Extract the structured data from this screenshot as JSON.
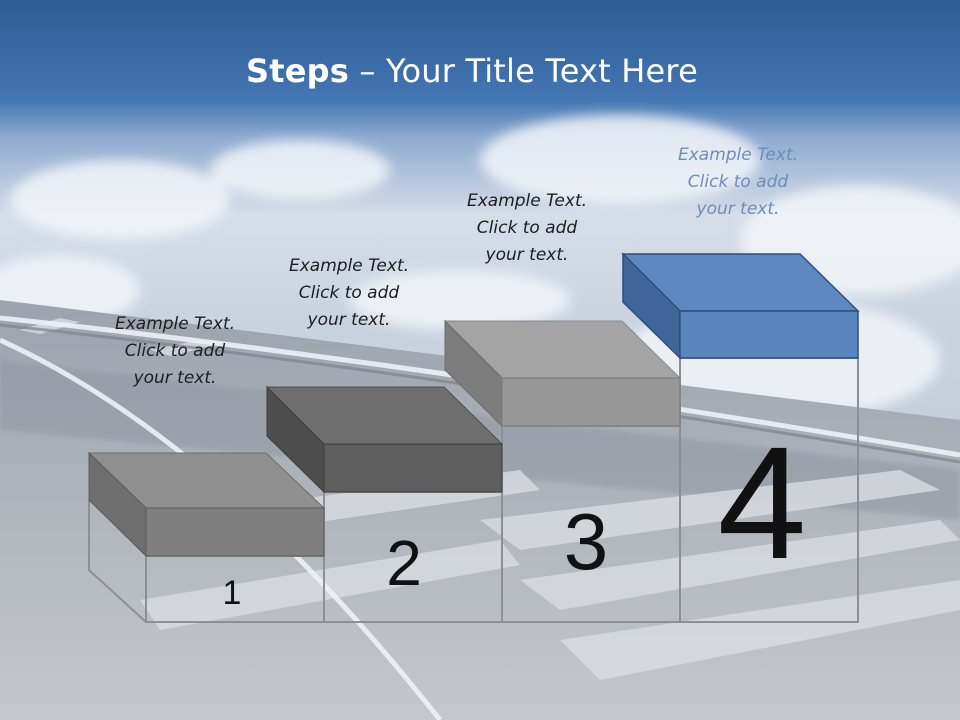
{
  "slide": {
    "title_bold": "Steps",
    "title_rest": " – Your Title Text Here"
  },
  "steps": [
    {
      "number": "1",
      "text": "Example Text.\nClick  to add\nyour text."
    },
    {
      "number": "2",
      "text": "Example Text.\nClick  to add\nyour text."
    },
    {
      "number": "3",
      "text": "Example Text.\nClick  to add\nyour text."
    },
    {
      "number": "4",
      "text": "Example Text.\nClick  to add\nyour text."
    }
  ],
  "colors": {
    "sky_top": "#2f5f96",
    "sky_band": "#4a7eb8",
    "step_gray": "#8a8a8a",
    "step_dark": "#5a5a5a",
    "step_light": "#a8a8a8",
    "step_blue": "#5b85bf",
    "step_blue_dark": "#3f6599"
  }
}
